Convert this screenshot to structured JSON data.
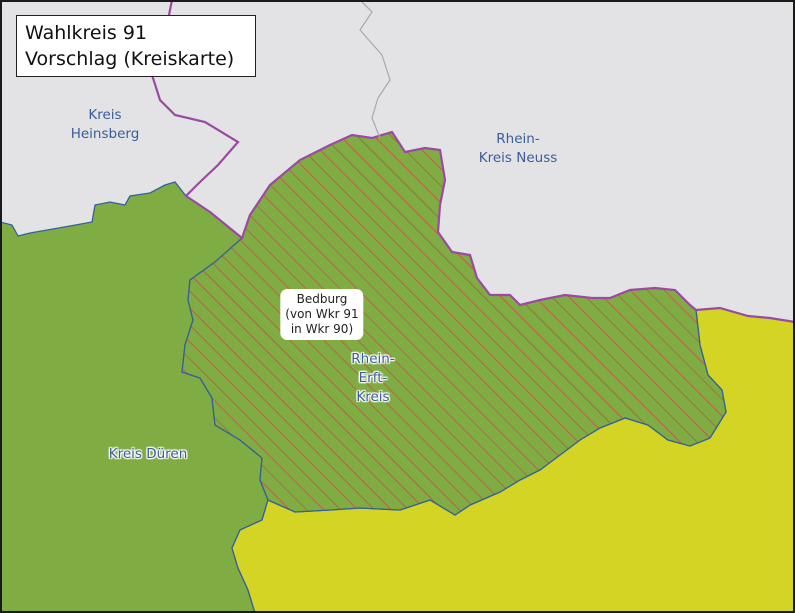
{
  "title": {
    "line1": "Wahlkreis 91",
    "line2": "Vorschlag (Kreiskarte)"
  },
  "labels": {
    "heinsberg": [
      "Kreis",
      "Heinsberg"
    ],
    "neuss": [
      "Rhein-",
      "Kreis Neuss"
    ],
    "dueren": "Kreis Düren",
    "erft": [
      "Rhein-",
      "Erft-",
      "Kreis"
    ]
  },
  "callout": [
    "Bedburg",
    "(von Wkr 91",
    "in Wkr 90)"
  ],
  "colors": {
    "background": "#e3e3e5",
    "kreis_dueren": "#7fac43",
    "rhein_erft_kreis": "#80ad43",
    "south_region": "#d3d424",
    "hatch": "#d63a45",
    "wahlkreis_boundary": "#9b4aa2",
    "district_boundary": "#36609a",
    "minor_boundary": "#a8a8a8",
    "label_text": "#3a5d9c"
  }
}
